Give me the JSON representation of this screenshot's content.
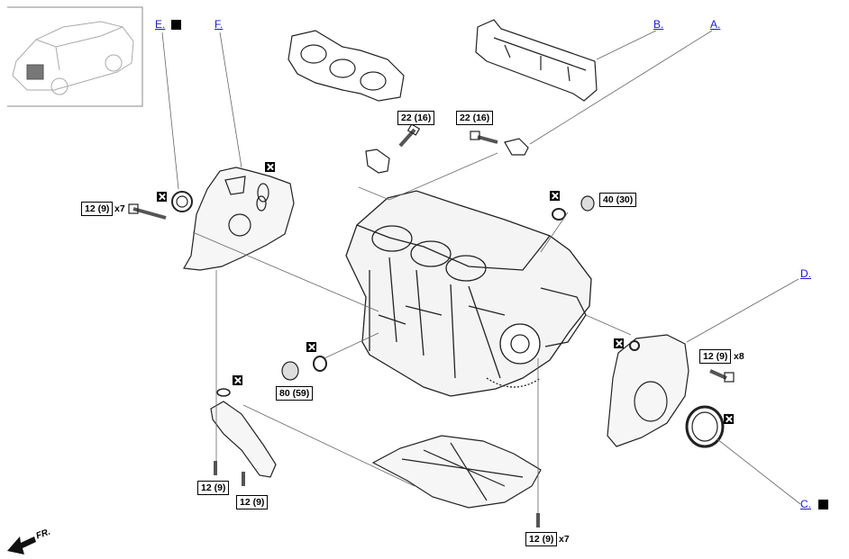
{
  "callouts": {
    "a": "A.",
    "b": "B.",
    "c": "C.",
    "d": "D.",
    "e": "E.",
    "f": "F."
  },
  "torque": {
    "t1": "22 (16)",
    "t2": "22 (16)",
    "t3": "12 (9)",
    "t4": "40 (30)",
    "t5": "80 (59)",
    "t6": "12 (9)",
    "t7": "12 (9)",
    "t8": "12 (9)",
    "t9": "12 (9)"
  },
  "quantities": {
    "q1": "x7",
    "q2": "x8",
    "q3": "x7"
  },
  "direction_label": "FR.",
  "icons": [
    "car-locator-icon",
    "non-reusable-part-icon",
    "note-square-icon",
    "front-arrow-icon"
  ]
}
